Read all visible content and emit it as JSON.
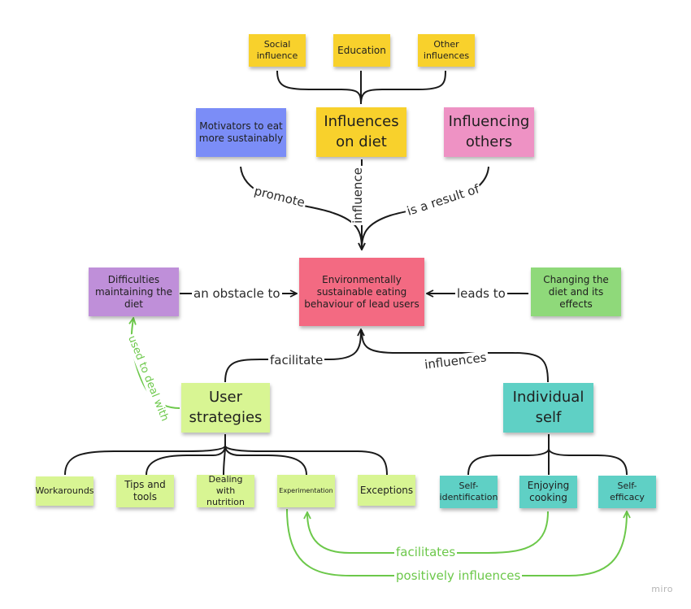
{
  "notes": {
    "social_influence": "Social influence",
    "education": "Education",
    "other_influences": "Other influences",
    "motivators": "Motivators to eat more sustainably",
    "influences_on_diet": "Influences on diet",
    "influencing_others": "Influencing others",
    "difficulties": "Difficulties maintaining the diet",
    "central": "Environmentally sustainable eating behaviour of lead users",
    "changing_diet": "Changing the diet and its effects",
    "user_strategies": "User strategies",
    "individual_self": "Individual self",
    "workarounds": "Workarounds",
    "tips_tools": "Tips and tools",
    "dealing_nutrition": "Dealing with nutrition",
    "experimentation": "Experimentation",
    "exceptions": "Exceptions",
    "self_identification": "Self-identification",
    "enjoying_cooking": "Enjoying cooking",
    "self_efficacy": "Self-efficacy"
  },
  "labels": {
    "promote": "promote",
    "influence": "influence",
    "is_result_of": "is a result of",
    "obstacle": "an obstacle to",
    "leads_to": "leads to",
    "facilitate": "facilitate",
    "influences": "influences",
    "used_to_deal": "used to deal with",
    "facilitates": "facilitates",
    "positively_influences": "positively influences"
  },
  "colors": {
    "yellow": "#f8d12c",
    "blue": "#7b8df7",
    "pink": "#ee92c4",
    "purple": "#bf8fd9",
    "red": "#f36a82",
    "green": "#8fd97a",
    "lime": "#d8f593",
    "teal": "#5fd0c5",
    "accent_green": "#6cc84a",
    "line": "#1a1a1a"
  },
  "watermark": "miro"
}
